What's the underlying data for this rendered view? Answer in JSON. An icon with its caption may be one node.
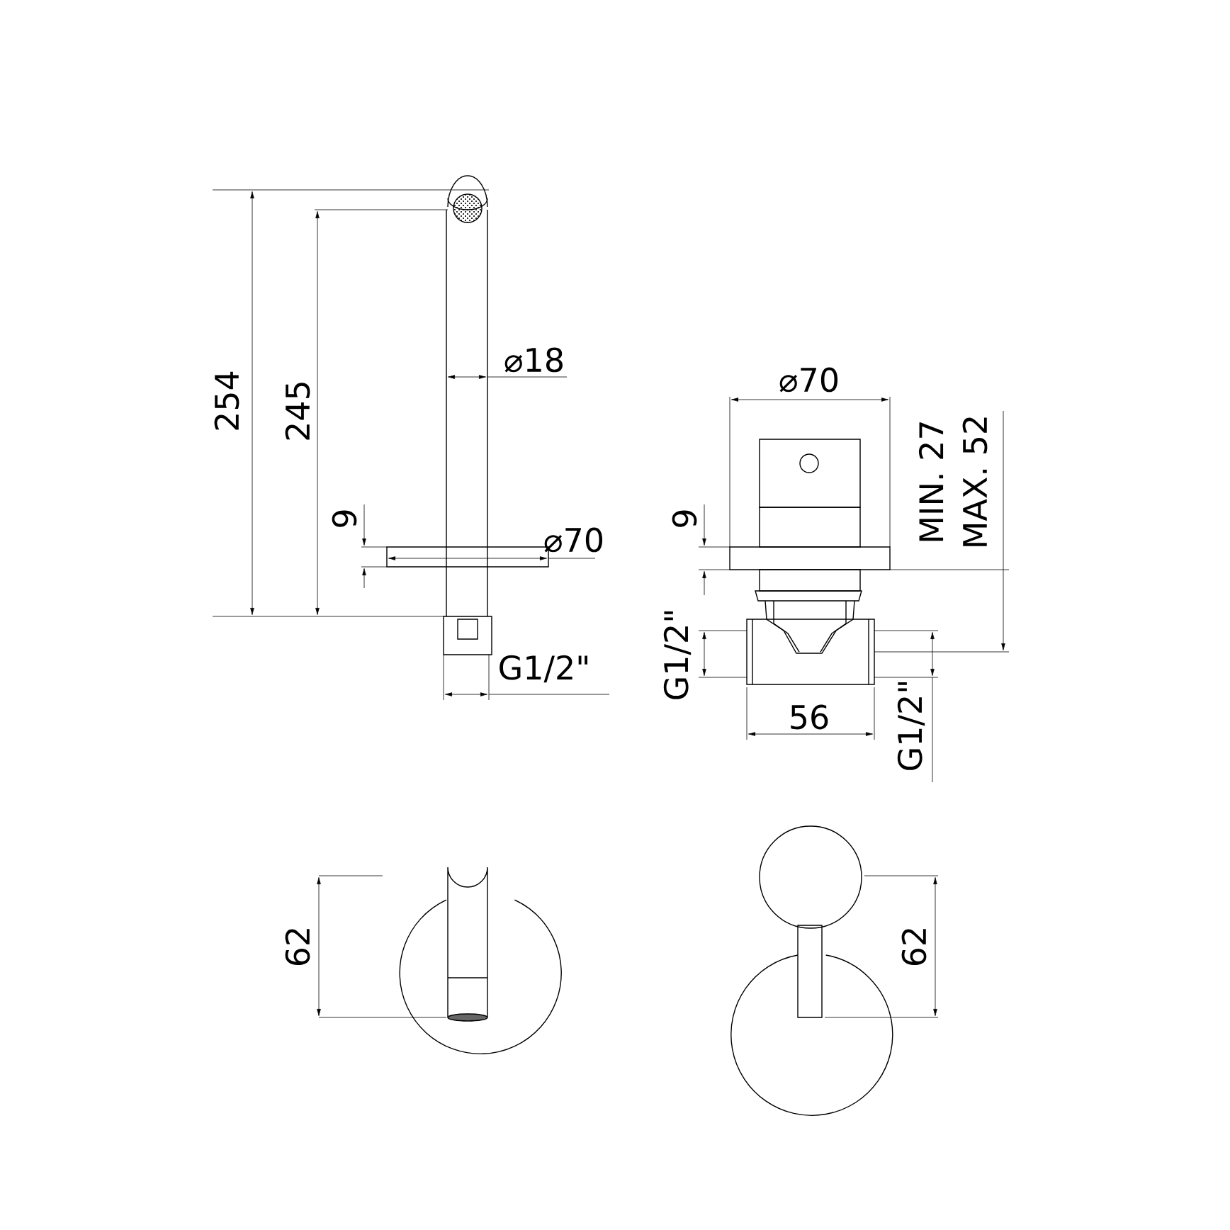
{
  "diagram": {
    "labels": [
      "254",
      "245",
      "⌀18",
      "9",
      "⌀70",
      "G1/2\"",
      "⌀70",
      "9",
      "MIN. 27",
      "MAX. 52",
      "G1/2\"",
      "56",
      "G1/2\"",
      "62",
      "62"
    ]
  }
}
